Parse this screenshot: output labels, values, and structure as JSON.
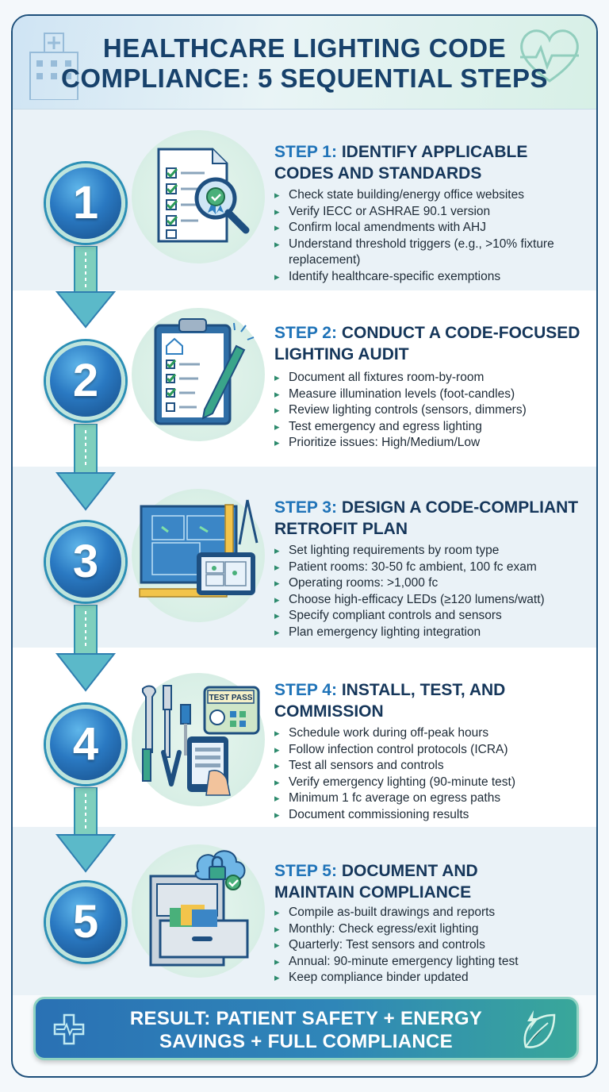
{
  "title": {
    "line1": "HEALTHCARE LIGHTING CODE",
    "line2": "COMPLIANCE: 5 SEQUENTIAL STEPS"
  },
  "steps": [
    {
      "number": "1",
      "label": "STEP 1:",
      "heading_line1": "IDENTIFY APPLICABLE",
      "heading_line2": "CODES AND STANDARDS",
      "icon": "checklist-magnifier-icon",
      "bullets": [
        "Check state building/energy office websites",
        "Verify IECC or ASHRAE 90.1 version",
        "Confirm local amendments with AHJ",
        "Understand threshold triggers (e.g., >10% fixture replacement)",
        "Identify healthcare-specific exemptions"
      ]
    },
    {
      "number": "2",
      "label": "STEP 2:",
      "heading_line1": "CONDUCT A CODE-FOCUSED",
      "heading_line2": "LIGHTING AUDIT",
      "icon": "clipboard-pen-icon",
      "bullets": [
        "Document all fixtures room-by-room",
        "Measure illumination levels (foot-candles)",
        "Review lighting controls (sensors, dimmers)",
        "Test emergency and egress lighting",
        "Prioritize issues: High/Medium/Low"
      ]
    },
    {
      "number": "3",
      "label": "STEP 3:",
      "heading_line1": "DESIGN A CODE-COMPLIANT",
      "heading_line2": "RETROFIT PLAN",
      "icon": "blueprint-tablet-icon",
      "bullets": [
        "Set lighting requirements by room type",
        "Patient rooms: 30-50 fc ambient, 100 fc exam",
        "Operating rooms: >1,000 fc",
        "Choose high-efficacy LEDs (≥120 lumens/watt)",
        "Specify compliant controls and sensors",
        "Plan emergency lighting integration"
      ]
    },
    {
      "number": "4",
      "label": "STEP 4:",
      "heading_line1": "INSTALL, TEST, AND",
      "heading_line2": "COMMISSION",
      "icon": "tools-tester-icon",
      "meter_label": "TEST PASS",
      "bullets": [
        "Schedule work during off-peak hours",
        "Follow infection control protocols (ICRA)",
        "Test all sensors and controls",
        "Verify emergency lighting (90-minute test)",
        "Minimum 1 fc average on egress paths",
        "Document commissioning results"
      ]
    },
    {
      "number": "5",
      "label": "STEP 5:",
      "heading_line1": "DOCUMENT AND",
      "heading_line2": "MAINTAIN COMPLIANCE",
      "icon": "filing-cabinet-lock-icon",
      "bullets": [
        "Compile as-built drawings and reports",
        "Monthly: Check egress/exit lighting",
        "Quarterly: Test sensors and controls",
        "Annual: 90-minute emergency lighting test",
        "Keep compliance binder updated"
      ]
    }
  ],
  "result": {
    "line1": "RESULT: PATIENT SAFETY + ENERGY",
    "line2": "SAVINGS + FULL COMPLIANCE"
  },
  "colors": {
    "title": "#17416b",
    "step_number": "#1f73b8",
    "bullet_marker": "#2c8a6c",
    "circle_dark": "#164c86",
    "result_start": "#2a71b4",
    "result_end": "#39a79a"
  }
}
